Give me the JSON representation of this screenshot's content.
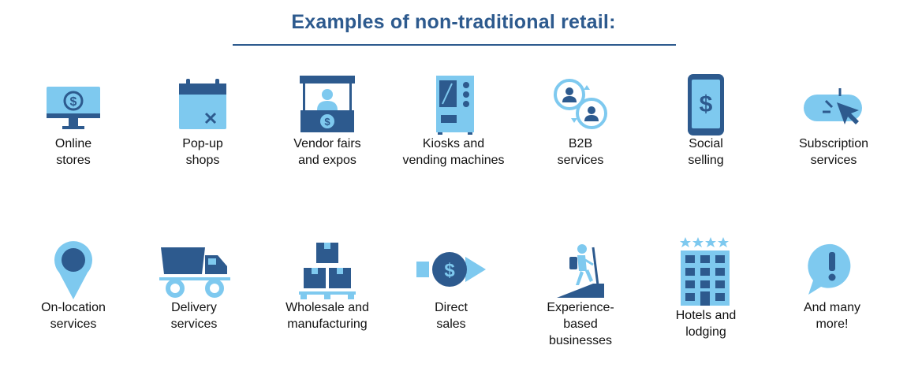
{
  "title": "Examples of non-traditional retail:",
  "colors": {
    "dark": "#2d5a8e",
    "light": "#7ec9ef",
    "title": "#2d5a8e"
  },
  "items": [
    {
      "label": "Online\nstores",
      "icon": "computer-monitor-dollar-icon"
    },
    {
      "label": "Pop-up\nshops",
      "icon": "calendar-icon"
    },
    {
      "label": "Vendor fairs\nand expos",
      "icon": "vendor-booth-icon"
    },
    {
      "label": "Kiosks and\nvending machines",
      "icon": "vending-machine-icon"
    },
    {
      "label": "B2B\nservices",
      "icon": "b2b-exchange-icon"
    },
    {
      "label": "Social\nselling",
      "icon": "smartphone-dollar-icon"
    },
    {
      "label": "Subscription\nservices",
      "icon": "click-cursor-icon"
    },
    {
      "label": "On-location\nservices",
      "icon": "location-pin-icon"
    },
    {
      "label": "Delivery\nservices",
      "icon": "delivery-truck-icon"
    },
    {
      "label": "Wholesale and\nmanufacturing",
      "icon": "stacked-boxes-icon"
    },
    {
      "label": "Direct\nsales",
      "icon": "dollar-arrow-icon"
    },
    {
      "label": "Experience-\nbased\nbusinesses",
      "icon": "hiker-icon"
    },
    {
      "label": "Hotels and\nlodging",
      "icon": "hotel-icon"
    },
    {
      "label": "And many\nmore!",
      "icon": "exclamation-bubble-icon"
    }
  ]
}
